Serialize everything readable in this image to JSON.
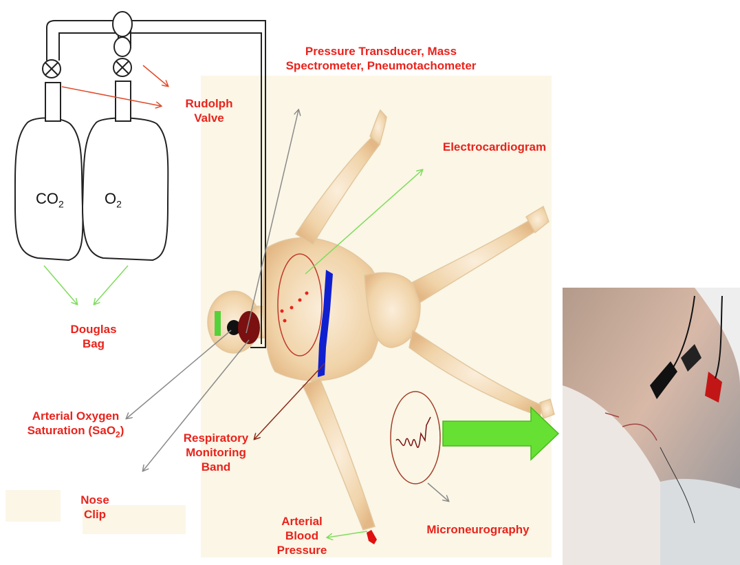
{
  "bags": {
    "co2": {
      "main": "CO",
      "sub": "2"
    },
    "o2": {
      "main": "O",
      "sub": "2"
    }
  },
  "labels": {
    "pressure_line1": "Pressure Transducer,  Mass",
    "pressure_line2": "Spectrometer, Pneumotachometer",
    "rudolph_line1": "Rudolph",
    "rudolph_line2": "Valve",
    "ecg": "Electrocardiogram",
    "douglas_line1": "Douglas",
    "douglas_line2": "Bag",
    "sao2_line1": "Arterial Oxygen",
    "sao2_line2_pre": "Saturation (SaO",
    "sao2_line2_sub": "2",
    "sao2_line2_post": ")",
    "resp_line1": "Respiratory",
    "resp_line2": "Monitoring",
    "resp_line3": "Band",
    "nose_line1": "Nose",
    "nose_line2": "Clip",
    "abp_line1": "Arterial",
    "abp_line2": "Blood",
    "abp_line3": "Pressure",
    "mng": "Microneurography"
  },
  "colors": {
    "label_red": "#e8231c",
    "arrow_green": "#7ddc5a",
    "arrow_red": "#e04a2a",
    "arrow_gray": "#8a8a8a",
    "band_blue": "#1020d0",
    "mask_brown": "#7a1010",
    "big_arrow_green": "#66e033",
    "body_skin": "#f3dfbd",
    "background_cream": "#fbf6e6"
  },
  "icons": {
    "valves": "valve-icon",
    "photo": "microneurography-photo",
    "body": "supine-human-figure"
  }
}
